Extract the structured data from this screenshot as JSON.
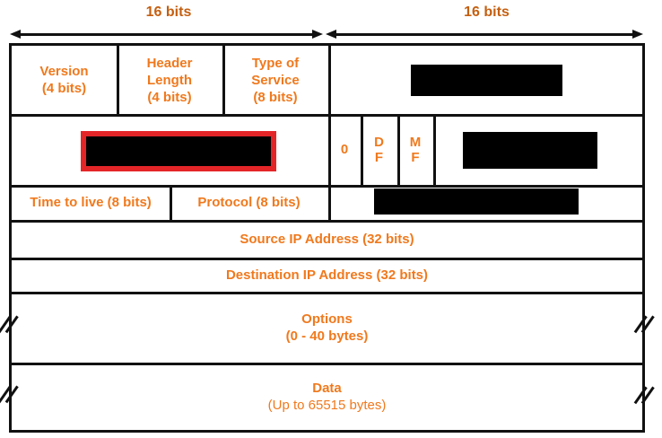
{
  "colors": {
    "cell_text_orange": "#f0791d",
    "bits_label_orange": "#c55f11",
    "redaction_fill": "#000000",
    "redaction_highlight_red": "#e42528",
    "line_black": "#111111"
  },
  "bits_labels": {
    "left": "16 bits",
    "right": "16 bits"
  },
  "fields": {
    "version": {
      "line1": "Version",
      "line2": "(4 bits)"
    },
    "header_length": {
      "line1": "Header",
      "line2": "Length",
      "line3": "(4 bits)"
    },
    "type_of_service": {
      "line1": "Type of",
      "line2": "Service",
      "line3": "(8 bits)"
    },
    "flag_zero": "0",
    "flag_df": {
      "line1": "D",
      "line2": "F"
    },
    "flag_mf": {
      "line1": "M",
      "line2": "F"
    },
    "time_to_live": "Time to live (8 bits)",
    "protocol": "Protocol (8 bits)",
    "source_ip": "Source IP Address (32 bits)",
    "destination_ip": "Destination IP Address (32 bits)",
    "options": {
      "line1": "Options",
      "line2": "(0 - 40 bytes)"
    },
    "data": {
      "line1": "Data",
      "line2": "(Up to 65515 bytes)"
    }
  }
}
